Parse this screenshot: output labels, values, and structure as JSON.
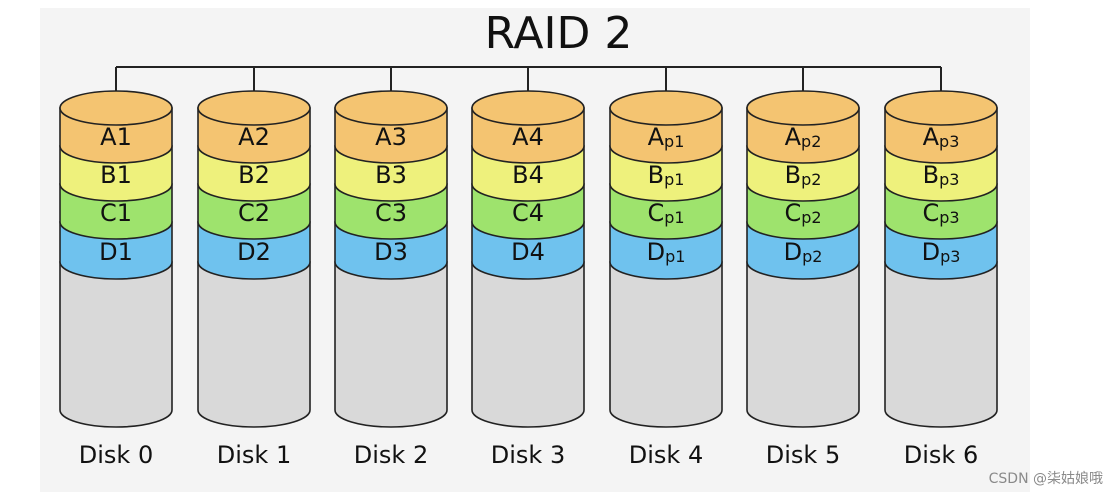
{
  "title": "RAID 2",
  "colors": {
    "A": "#f4c471",
    "B": "#eef17c",
    "C": "#9ee36d",
    "D": "#6fc2ee",
    "empty": "#d9d9d9",
    "stroke": "#222222"
  },
  "disks": [
    {
      "label": "Disk 0",
      "blocks": [
        {
          "main": "A1",
          "sub": ""
        },
        {
          "main": "B1",
          "sub": ""
        },
        {
          "main": "C1",
          "sub": ""
        },
        {
          "main": "D1",
          "sub": ""
        }
      ]
    },
    {
      "label": "Disk 1",
      "blocks": [
        {
          "main": "A2",
          "sub": ""
        },
        {
          "main": "B2",
          "sub": ""
        },
        {
          "main": "C2",
          "sub": ""
        },
        {
          "main": "D2",
          "sub": ""
        }
      ]
    },
    {
      "label": "Disk 2",
      "blocks": [
        {
          "main": "A3",
          "sub": ""
        },
        {
          "main": "B3",
          "sub": ""
        },
        {
          "main": "C3",
          "sub": ""
        },
        {
          "main": "D3",
          "sub": ""
        }
      ]
    },
    {
      "label": "Disk 3",
      "blocks": [
        {
          "main": "A4",
          "sub": ""
        },
        {
          "main": "B4",
          "sub": ""
        },
        {
          "main": "C4",
          "sub": ""
        },
        {
          "main": "D4",
          "sub": ""
        }
      ]
    },
    {
      "label": "Disk 4",
      "blocks": [
        {
          "main": "A",
          "sub": "p1"
        },
        {
          "main": "B",
          "sub": "p1"
        },
        {
          "main": "C",
          "sub": "p1"
        },
        {
          "main": "D",
          "sub": "p1"
        }
      ]
    },
    {
      "label": "Disk 5",
      "blocks": [
        {
          "main": "A",
          "sub": "p2"
        },
        {
          "main": "B",
          "sub": "p2"
        },
        {
          "main": "C",
          "sub": "p2"
        },
        {
          "main": "D",
          "sub": "p2"
        }
      ]
    },
    {
      "label": "Disk 6",
      "blocks": [
        {
          "main": "A",
          "sub": "p3"
        },
        {
          "main": "B",
          "sub": "p3"
        },
        {
          "main": "C",
          "sub": "p3"
        },
        {
          "main": "D",
          "sub": "p3"
        }
      ]
    }
  ],
  "watermark": "CSDN @柒姑娘哦"
}
